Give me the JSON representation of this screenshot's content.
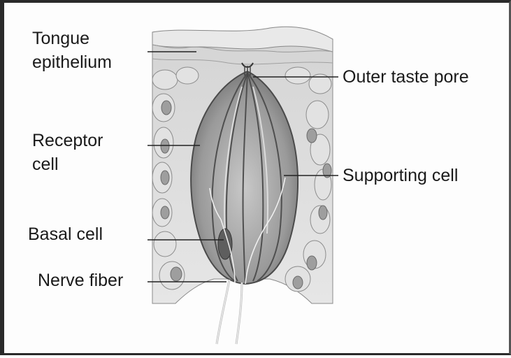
{
  "labels": {
    "tongue_epithelium_line1": "Tongue",
    "tongue_epithelium_line2": "epithelium",
    "outer_taste_pore": "Outer taste pore",
    "receptor_cell_line1": "Receptor",
    "receptor_cell_line2": "cell",
    "supporting_cell": "Supporting cell",
    "basal_cell": "Basal cell",
    "nerve_fiber": "Nerve fiber"
  },
  "colors": {
    "frame": "#2a2a2a",
    "tissue_fill": "#d9d9d9",
    "tissue_dark": "#7a7a7a",
    "leader_line": "#222222",
    "text": "#1a1a1a"
  }
}
